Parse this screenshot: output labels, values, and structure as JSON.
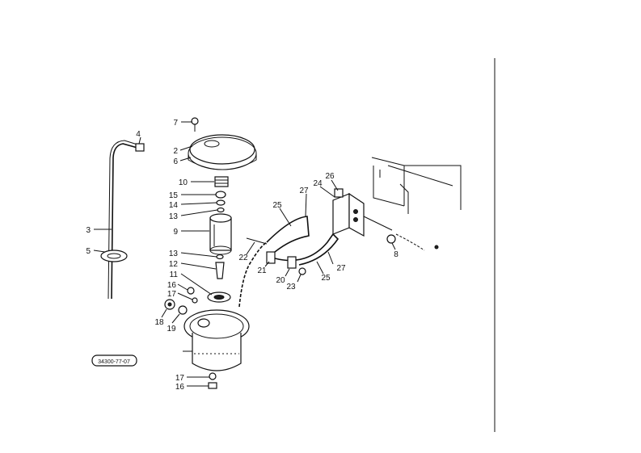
{
  "drawing_code": "34300-77-07",
  "callouts": [
    "7",
    "4",
    "2",
    "6",
    "10",
    "15",
    "14",
    "13",
    "9",
    "3",
    "5",
    "13",
    "12",
    "11",
    "16",
    "17",
    "18",
    "19",
    "17",
    "16",
    "22",
    "21",
    "20",
    "23",
    "25",
    "27",
    "24",
    "26",
    "27",
    "25",
    "8"
  ]
}
